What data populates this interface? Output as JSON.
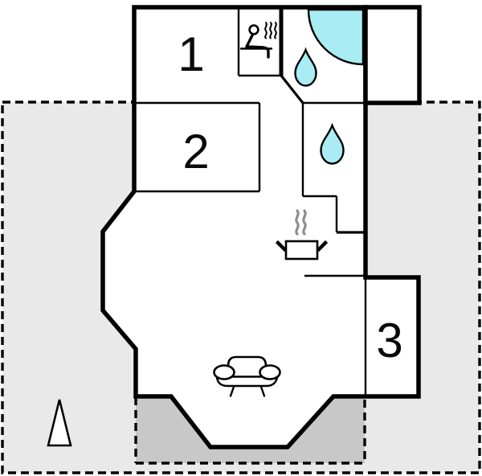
{
  "rooms": [
    {
      "name": "room-1",
      "label": "1"
    },
    {
      "name": "room-2",
      "label": "2"
    },
    {
      "name": "room-3",
      "label": "3"
    }
  ],
  "icons": {
    "sauna": "sauna-person-steam-icon",
    "shower_drop": "water-drop-icon",
    "bath_drop": "water-drop-icon",
    "corner_basin": "corner-bath-icon",
    "stove": "cooking-pot-steam-icon",
    "sofa": "sofa-icon",
    "north_arrow": "north-arrow-icon"
  },
  "colors": {
    "water": "#a9ecf4",
    "plot": "#e9e9e9",
    "terrace": "#c8c8c8",
    "wall": "#000000",
    "steam": "#8e8e8e",
    "floor": "#ffffff"
  }
}
